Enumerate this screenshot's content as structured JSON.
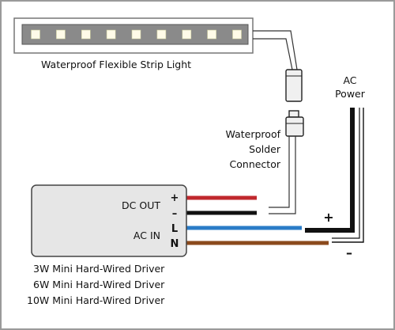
{
  "strip": {
    "label": "Waterproof Flexible Strip Light",
    "led_count": 9,
    "led_color": "#fffbe8",
    "body_color": "#8a8a8a"
  },
  "connector": {
    "label_lines": [
      "Waterproof",
      "Solder",
      "Connector"
    ]
  },
  "ac_power": {
    "label_lines": [
      "AC",
      "Power"
    ]
  },
  "driver": {
    "dc_out_label": "DC OUT",
    "ac_in_label": "AC IN",
    "terminals": [
      "+",
      "–",
      "L",
      "N"
    ],
    "caption_lines": [
      "3W Mini Hard-Wired Driver",
      "6W Mini Hard-Wired Driver",
      "10W Mini Hard-Wired Driver"
    ],
    "body_color": "#e6e6e6"
  },
  "polarity": {
    "plus": "+",
    "minus": "–"
  },
  "wire_colors": {
    "dc_positive": "#c0282d",
    "dc_negative": "#111111",
    "ac_line": "#2a7cc7",
    "ac_neutral": "#8b4a1c"
  }
}
